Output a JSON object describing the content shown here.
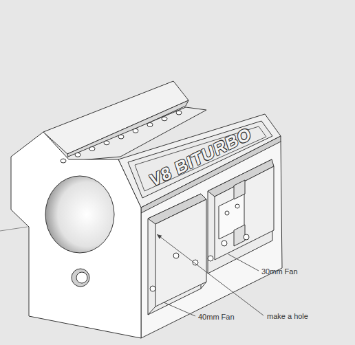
{
  "diagram": {
    "labels": [
      "V8 BITURBO",
      "30mm Fan",
      "40mm Fan",
      "make a hole"
    ]
  }
}
